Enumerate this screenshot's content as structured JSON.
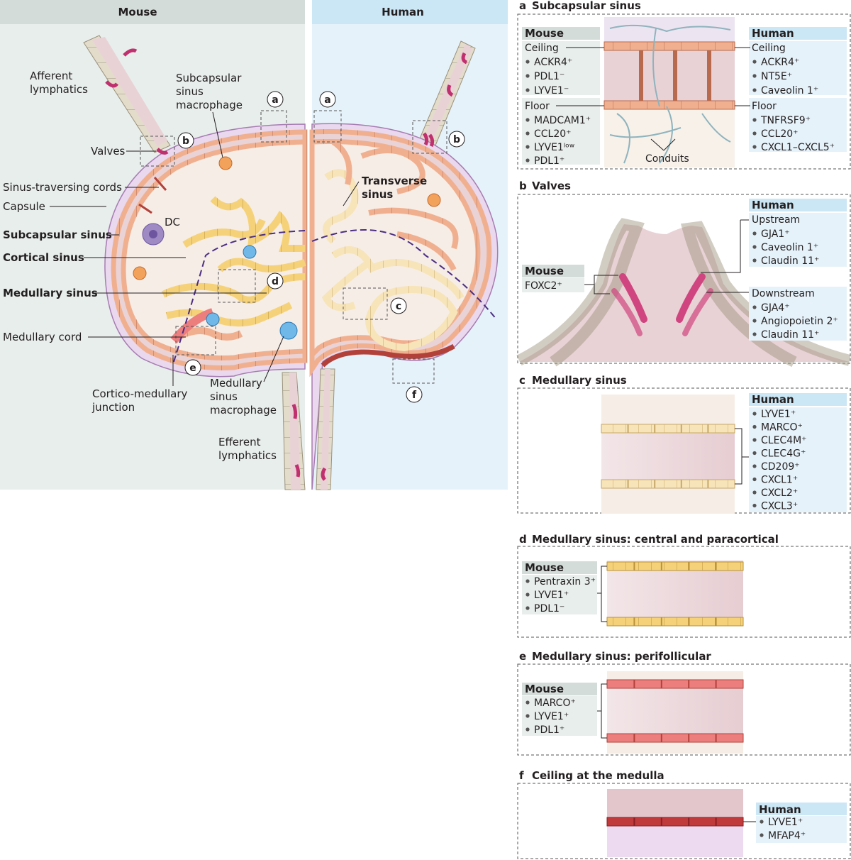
{
  "overview": {
    "mouse_header": "Mouse",
    "human_header": "Human",
    "mouse_labels": {
      "afferent": [
        "Afferent",
        "lymphatics"
      ],
      "scs_macrophage": [
        "Subcapsular",
        "sinus",
        "macrophage"
      ],
      "valves": "Valves",
      "sinus_traversing": "Sinus-traversing cords",
      "capsule": "Capsule",
      "dc": "DC",
      "subcapsular_sinus": "Subcapsular sinus",
      "cortical_sinus": "Cortical sinus",
      "medullary_sinus": "Medullary sinus",
      "medullary_cord": "Medullary cord",
      "cortico_medullary": [
        "Cortico-medullary",
        "junction"
      ],
      "medullary_macrophage": [
        "Medullary",
        "sinus",
        "macrophage"
      ],
      "efferent": [
        "Efferent",
        "lymphatics"
      ]
    },
    "human_labels": {
      "transverse_sinus": [
        "Transverse",
        "sinus"
      ]
    },
    "markers": [
      "a",
      "b",
      "c",
      "d",
      "e",
      "f"
    ]
  },
  "panels": {
    "a": {
      "letter": "a",
      "title": "Subcapsular sinus",
      "mouse_header": "Mouse",
      "human_header": "Human",
      "mouse_ceiling_label": "Ceiling",
      "mouse_ceiling": [
        "ACKR4⁺",
        "PDL1⁻",
        "LYVE1⁻"
      ],
      "mouse_floor_label": "Floor",
      "mouse_floor": [
        "MADCAM1⁺",
        "CCL20⁺",
        "LYVE1ˡᵒʷ",
        "PDL1⁺"
      ],
      "human_ceiling_label": "Ceiling",
      "human_ceiling": [
        "ACKR4⁺",
        "NT5E⁺",
        "Caveolin 1⁺"
      ],
      "human_floor_label": "Floor",
      "human_floor": [
        "TNFRSF9⁺",
        "CCL20⁺",
        "CXCL1–CXCL5⁺"
      ],
      "conduits": "Conduits"
    },
    "b": {
      "letter": "b",
      "title": "Valves",
      "human_header": "Human",
      "upstream_label": "Upstream",
      "upstream": [
        "GJA1⁺",
        "Caveolin 1⁺",
        "Claudin 11⁺"
      ],
      "downstream_label": "Downstream",
      "downstream": [
        "GJA4⁺",
        "Angiopoietin 2⁺",
        "Claudin 11⁺"
      ],
      "mouse_header": "Mouse",
      "mouse": [
        "FOXC2⁺"
      ]
    },
    "c": {
      "letter": "c",
      "title": "Medullary sinus",
      "human_header": "Human",
      "human": [
        "LYVE1⁺",
        "MARCO⁺",
        "CLEC4M⁺",
        "CLEC4G⁺",
        "CD209⁺",
        "CXCL1⁺",
        "CXCL2⁺",
        "CXCL3⁺"
      ]
    },
    "d": {
      "letter": "d",
      "title": "Medullary sinus: central and paracortical",
      "mouse_header": "Mouse",
      "mouse": [
        "Pentraxin 3⁺",
        "LYVE1⁺",
        "PDL1⁻"
      ]
    },
    "e": {
      "letter": "e",
      "title": "Medullary sinus: perifollicular",
      "mouse_header": "Mouse",
      "mouse": [
        "MARCO⁺",
        "LYVE1⁺",
        "PDL1⁺"
      ]
    },
    "f": {
      "letter": "f",
      "title": "Ceiling at the medulla",
      "human_header": "Human",
      "human": [
        "LYVE1⁺",
        "MFAP4⁺"
      ]
    }
  },
  "colors": {
    "mouse_bg": "#e8eeec",
    "human_bg": "#e6f2fa",
    "mouse_hdr": "#d4dcda",
    "human_hdr": "#cbe6f4",
    "cortex": "#f6ede6",
    "sinus": "#ead3d6",
    "capsule": "#e9d8ee",
    "cell_orange": "#f0b090",
    "cell_yellow": "#f5d27a",
    "cell_red": "#ec7e7e",
    "cell_beige": "#e3dccb",
    "valve": "#d0457f"
  }
}
